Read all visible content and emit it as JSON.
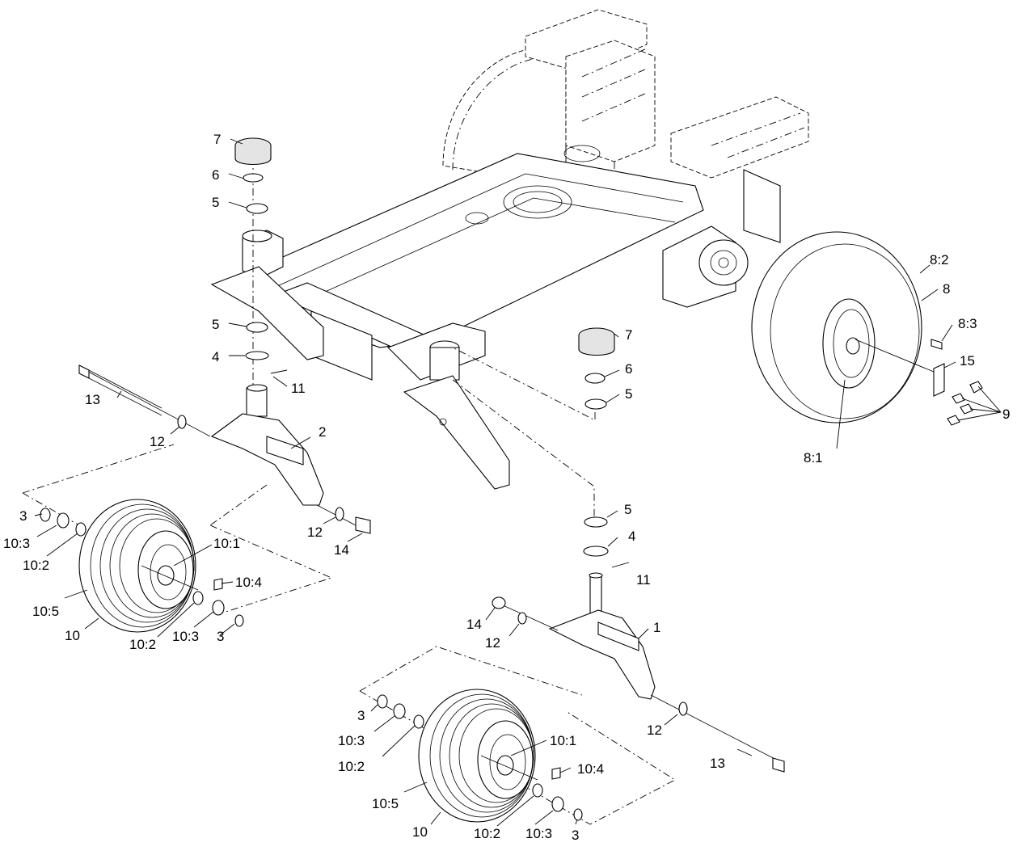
{
  "diagram": {
    "callouts": [
      {
        "id": "c7a",
        "label": "7"
      },
      {
        "id": "c6a",
        "label": "6"
      },
      {
        "id": "c5a",
        "label": "5"
      },
      {
        "id": "c5b",
        "label": "5"
      },
      {
        "id": "c4a",
        "label": "4"
      },
      {
        "id": "c11a",
        "label": "11"
      },
      {
        "id": "c13a",
        "label": "13"
      },
      {
        "id": "c12a",
        "label": "12"
      },
      {
        "id": "c2",
        "label": "2"
      },
      {
        "id": "c3a",
        "label": "3"
      },
      {
        "id": "c10_3a",
        "label": "10:3"
      },
      {
        "id": "c10_2a",
        "label": "10:2"
      },
      {
        "id": "c10_1a",
        "label": "10:1"
      },
      {
        "id": "c10_4a",
        "label": "10:4"
      },
      {
        "id": "c10_5a",
        "label": "10:5"
      },
      {
        "id": "c10a",
        "label": "10"
      },
      {
        "id": "c10_2b",
        "label": "10:2"
      },
      {
        "id": "c10_3b",
        "label": "10:3"
      },
      {
        "id": "c3b",
        "label": "3"
      },
      {
        "id": "c12b",
        "label": "12"
      },
      {
        "id": "c14a",
        "label": "14"
      },
      {
        "id": "c7b",
        "label": "7"
      },
      {
        "id": "c6b",
        "label": "6"
      },
      {
        "id": "c5c",
        "label": "5"
      },
      {
        "id": "c8_2",
        "label": "8:2"
      },
      {
        "id": "c8",
        "label": "8"
      },
      {
        "id": "c8_3",
        "label": "8:3"
      },
      {
        "id": "c15",
        "label": "15"
      },
      {
        "id": "c9",
        "label": "9"
      },
      {
        "id": "c8_1",
        "label": "8:1"
      },
      {
        "id": "c5d",
        "label": "5"
      },
      {
        "id": "c4b",
        "label": "4"
      },
      {
        "id": "c11b",
        "label": "11"
      },
      {
        "id": "c14b",
        "label": "14"
      },
      {
        "id": "c12c",
        "label": "12"
      },
      {
        "id": "c1",
        "label": "1"
      },
      {
        "id": "c3c",
        "label": "3"
      },
      {
        "id": "c10_3c",
        "label": "10:3"
      },
      {
        "id": "c10_2c",
        "label": "10:2"
      },
      {
        "id": "c10_1b",
        "label": "10:1"
      },
      {
        "id": "c10_4b",
        "label": "10:4"
      },
      {
        "id": "c10_5b",
        "label": "10:5"
      },
      {
        "id": "c10b",
        "label": "10"
      },
      {
        "id": "c10_2d",
        "label": "10:2"
      },
      {
        "id": "c10_3d",
        "label": "10:3"
      },
      {
        "id": "c3d",
        "label": "3"
      },
      {
        "id": "c12d",
        "label": "12"
      },
      {
        "id": "c13b",
        "label": "13"
      }
    ]
  }
}
